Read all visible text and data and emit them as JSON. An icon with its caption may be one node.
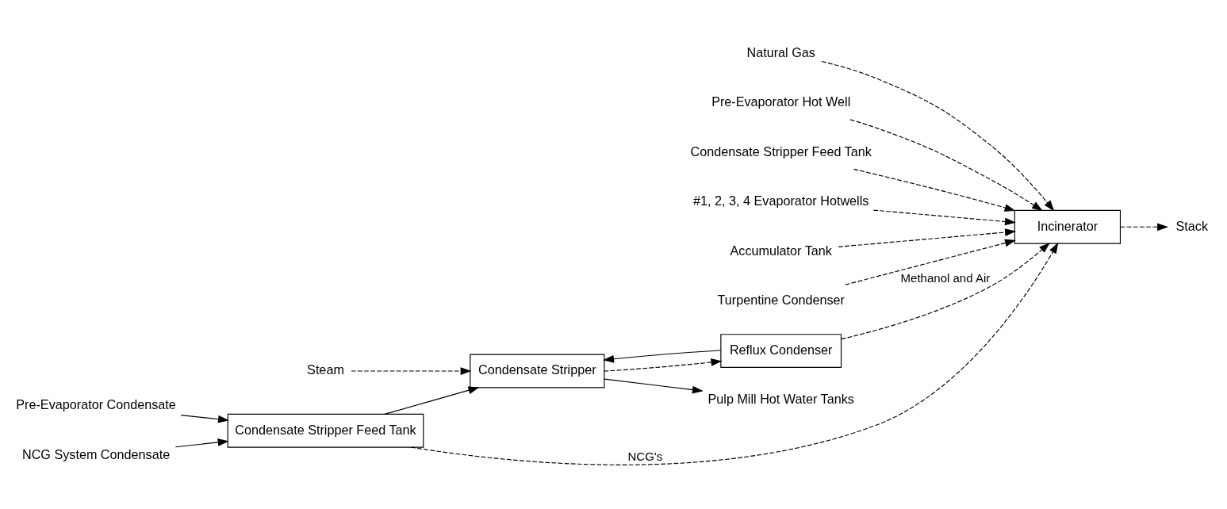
{
  "diagram": {
    "nodes": [
      {
        "text": [
          "Condensate Stripper Feed Tank"
        ]
      },
      {
        "text": [
          "Condensate Stripper"
        ]
      },
      {
        "text": [
          "Reflux Condenser"
        ]
      },
      {
        "text": [
          "Incinerator"
        ]
      },
      {
        "text": [
          "Steam"
        ]
      },
      {
        "text": [
          "Natural Gas"
        ]
      },
      {
        "text": [
          "Stack"
        ]
      },
      {
        "text": [
          "Pre-Evaporator Condensate"
        ]
      },
      {
        "text": [
          "NCG System Condensate"
        ]
      },
      {
        "text": [
          "Pulp Mill Hot Water Tanks"
        ]
      },
      {
        "text": [
          "Pre-Evaporator Hot Well"
        ]
      },
      {
        "text": [
          "Condensate Stripper Feed Tank"
        ]
      },
      {
        "text": [
          "#1, 2, 3, 4 Evaporator Hotwells"
        ]
      },
      {
        "text": [
          "Accumulator Tank"
        ]
      },
      {
        "text": [
          "Turpentine Condenser"
        ]
      }
    ],
    "edges": [
      {
        "from": 7,
        "to": 0,
        "arrow": "to"
      },
      {
        "from": 8,
        "to": 0,
        "arrow": "to"
      },
      {
        "from": 0,
        "to": 1,
        "arrow": "to"
      },
      {
        "from": 4,
        "to": 1,
        "arrow": "to",
        "style": "dashed"
      },
      {
        "from": 1,
        "to": 2,
        "arrow": "to",
        "style": "dashed"
      },
      {
        "from": 2,
        "to": 1,
        "arrow": "to"
      },
      {
        "from": 1,
        "to": 9,
        "arrow": "to"
      },
      {
        "from": 2,
        "to": 3,
        "arrow": "to",
        "style": "dashed",
        "label": "Methanol and Air"
      },
      {
        "from": 5,
        "to": 3,
        "arrow": "to",
        "style": "dashed"
      },
      {
        "from": 3,
        "to": 6,
        "arrow": "to",
        "style": "dashed"
      },
      {
        "from": 0,
        "to": 3,
        "arrow": "to",
        "style": "dashed",
        "label": "NCG's"
      },
      {
        "from": 10,
        "to": 3,
        "arrow": "to",
        "style": "dashed"
      },
      {
        "from": 11,
        "to": 3,
        "arrow": "to",
        "style": "dashed"
      },
      {
        "from": 12,
        "to": 3,
        "arrow": "to",
        "style": "dashed"
      },
      {
        "from": 13,
        "to": 3,
        "arrow": "to",
        "style": "dashed"
      },
      {
        "from": 14,
        "to": 3,
        "arrow": "to",
        "style": "dashed"
      }
    ]
  }
}
